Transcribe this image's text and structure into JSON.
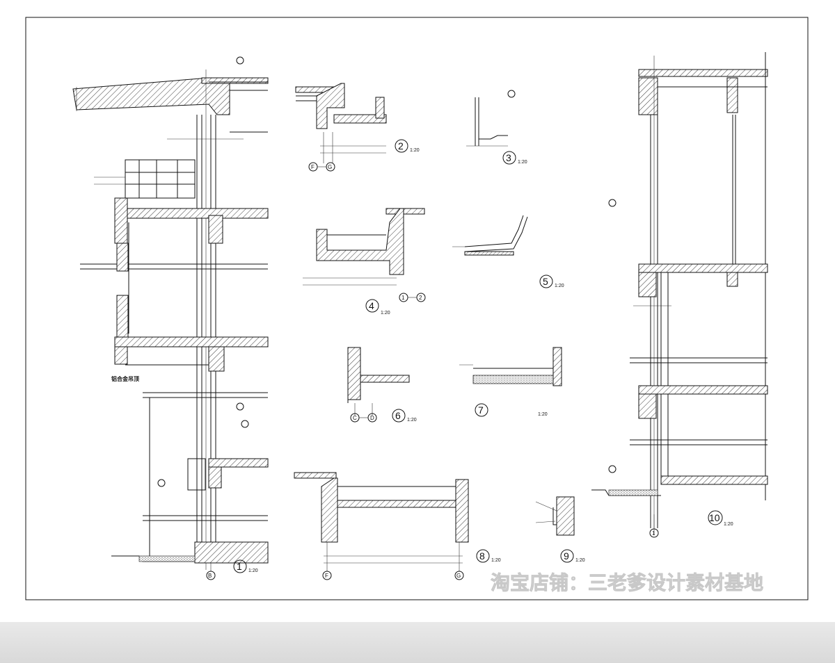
{
  "details": [
    {
      "id": "detail-1",
      "number": "1",
      "scale": "1:20"
    },
    {
      "id": "detail-2",
      "number": "2",
      "scale": "1:20"
    },
    {
      "id": "detail-3",
      "number": "3",
      "scale": "1:20"
    },
    {
      "id": "detail-4",
      "number": "4",
      "scale": "1:20"
    },
    {
      "id": "detail-5",
      "number": "5",
      "scale": "1:20"
    },
    {
      "id": "detail-6",
      "number": "6",
      "scale": "1:20"
    },
    {
      "id": "detail-7",
      "number": "7",
      "scale": "1:20"
    },
    {
      "id": "detail-8",
      "number": "8",
      "scale": "1:20"
    },
    {
      "id": "detail-9",
      "number": "9",
      "scale": "1:20"
    },
    {
      "id": "detail-10",
      "number": "10",
      "scale": "1:20"
    }
  ],
  "axes": {
    "F": "F",
    "G": "G",
    "one": "1",
    "two": "2",
    "C": "C",
    "D": "D",
    "B": "B"
  },
  "labels": {
    "aluminum_top": "铝合金吊顶"
  },
  "watermark": "淘宝店铺：三老爹设计素材基地"
}
